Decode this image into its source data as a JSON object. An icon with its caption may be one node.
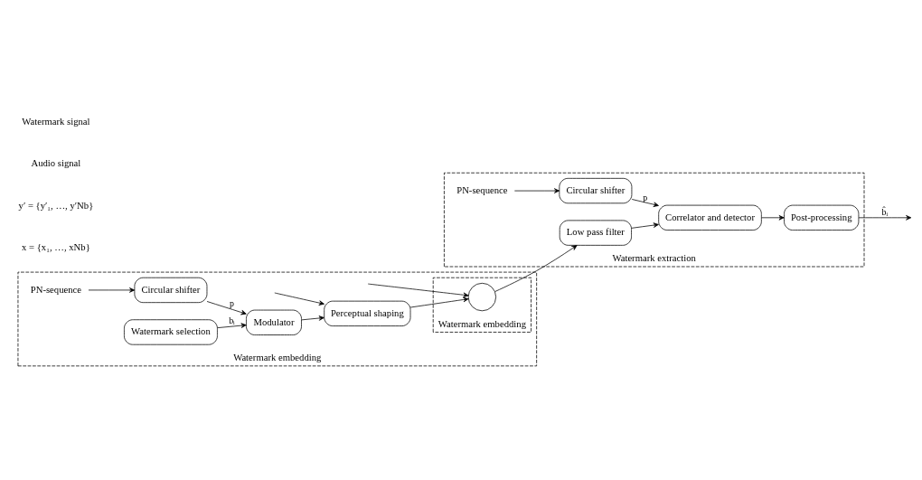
{
  "diagram": {
    "nodes": [
      {
        "text": [
          "Watermark embedding"
        ]
      },
      {
        "text": [
          "PN-sequence"
        ],
        "in": 0
      },
      {
        "text": [
          "Circular shifter"
        ],
        "in": 0
      },
      {
        "text": [
          "Watermark selection"
        ],
        "in": 0
      },
      {
        "text": [
          "Modulator"
        ],
        "in": 0
      },
      {
        "text": [
          "Perceptual shaping"
        ],
        "in": 0
      },
      {
        "text": [
          "Watermark embedding"
        ],
        "in": 0
      },
      {
        "text": [],
        "shape": "circle",
        "in": 6
      },
      {
        "text": [
          "Watermark extraction"
        ]
      },
      {
        "text": [
          "PN-sequence"
        ],
        "in": 8
      },
      {
        "text": [
          "Circular shifter"
        ],
        "in": 8
      },
      {
        "text": [
          "Low pass filter"
        ],
        "in": 8
      },
      {
        "text": [
          "Correlator and detector"
        ],
        "in": 8
      },
      {
        "text": [
          "Post-processing"
        ],
        "in": 8
      }
    ],
    "edges": [
      {
        "from": 1,
        "to": 2,
        "arrow": "to"
      },
      {
        "from": 2,
        "to": 4,
        "arrow": "to",
        "label": "p"
      },
      {
        "from": 3,
        "to": 4,
        "arrow": "to",
        "label": "bᵢ"
      },
      {
        "from": 4,
        "to": 5,
        "arrow": "to"
      },
      {
        "from": null,
        "to": 5,
        "arrow": "to"
      },
      {
        "from": null,
        "to": 7,
        "arrow": "to"
      },
      {
        "from": 5,
        "to": 7,
        "arrow": "to"
      },
      {
        "from": 7,
        "to": 11,
        "arrow": "to"
      },
      {
        "from": 9,
        "to": 10,
        "arrow": "to"
      },
      {
        "from": 10,
        "to": 12,
        "arrow": "to",
        "label": "p"
      },
      {
        "from": 11,
        "to": 12,
        "arrow": "to"
      },
      {
        "from": 12,
        "to": 13,
        "arrow": "to"
      },
      {
        "from": 13,
        "to": null,
        "arrow": "to",
        "label": "b̂ᵢ"
      }
    ],
    "labels": [
      "x = {x₁, …, xNb}",
      "y′ = {y′₁, …, y′Nb}",
      "Audio signal",
      "Watermark signal"
    ]
  }
}
